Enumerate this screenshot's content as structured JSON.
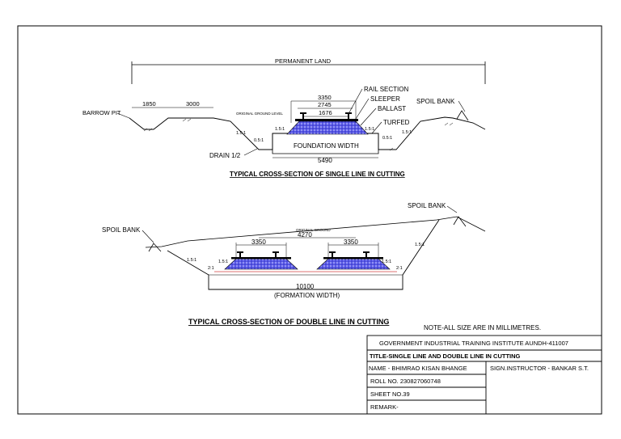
{
  "single_line": {
    "permanent_land": "PERMANENT LAND",
    "barrow_pit": "BARROW PIT",
    "dim_1850": "1850",
    "dim_3000": "3000",
    "original_ground_level": "ORIGINAL GROUND LEVEL",
    "dim_3350": "3350",
    "dim_2745": "2745",
    "dim_1676": "1676",
    "rail_section": "RAIL SECTION",
    "sleeper": "SLEEPER",
    "ballast": "BALLAST",
    "turfed": "TURFED",
    "spoil_bank": "SPOIL BANK",
    "slope_1_5_left": "1.5:1",
    "slope_1_5_ballast_left": "1.5:1",
    "slope_0_5_left": "0.5:1",
    "slope_1_5_ballast_right": "1.5:1",
    "slope_0_5_right": "0.5:1",
    "slope_1_5_right": "1.5:1",
    "drain": "DRAIN 1/2",
    "foundation_width": "FOUNDATION WIDTH",
    "dim_5490": "5490",
    "caption": "TYPICAL CROSS-SECTION OF SINGLE LINE IN CUTTING"
  },
  "double_line": {
    "spoil_bank_right": "SPOIL BANK",
    "spoil_bank_left": "SPOIL BANK",
    "original_ground": "ORIGINAL GROUND",
    "dim_4270": "4270",
    "dim_3350_left": "3350",
    "dim_3350_right": "3350",
    "slope_1_5_outer_left": "1.5:1",
    "slope_1_5_outer_right": "1.5:1",
    "slope_1_5_ballast_left": "1.5:1",
    "slope_1_5_ballast_right": "1.5:1",
    "slope_2_left": "2:1",
    "slope_2_right": "2:1",
    "dim_10100": "10100",
    "formation_width": "(FORMATION WIDTH)",
    "caption": "TYPICAL CROSS-SECTION OF DOUBLE LINE IN CUTTING"
  },
  "note": "NOTE-ALL SIZE ARE IN MILLIMETRES.",
  "title_block": {
    "institute": "GOVERNMENT INDUSTRIAL TRAINING INSTITUTE AUNDH-411007",
    "title": "TITLE-SINGLE LINE AND DOUBLE LINE IN CUTTING",
    "name": "NAME - BHIMRAO KISAN BHANGE",
    "sign_instructor": "SIGN.INSTRUCTOR - BANKAR S.T.",
    "roll_no": "ROLL NO. 230827060748",
    "sheet_no": "SHEET NO.39",
    "remark": "REMARK-"
  },
  "colors": {
    "ballast_fill": "#4a4adf",
    "formation_red": "#d04040",
    "line": "#000000"
  }
}
